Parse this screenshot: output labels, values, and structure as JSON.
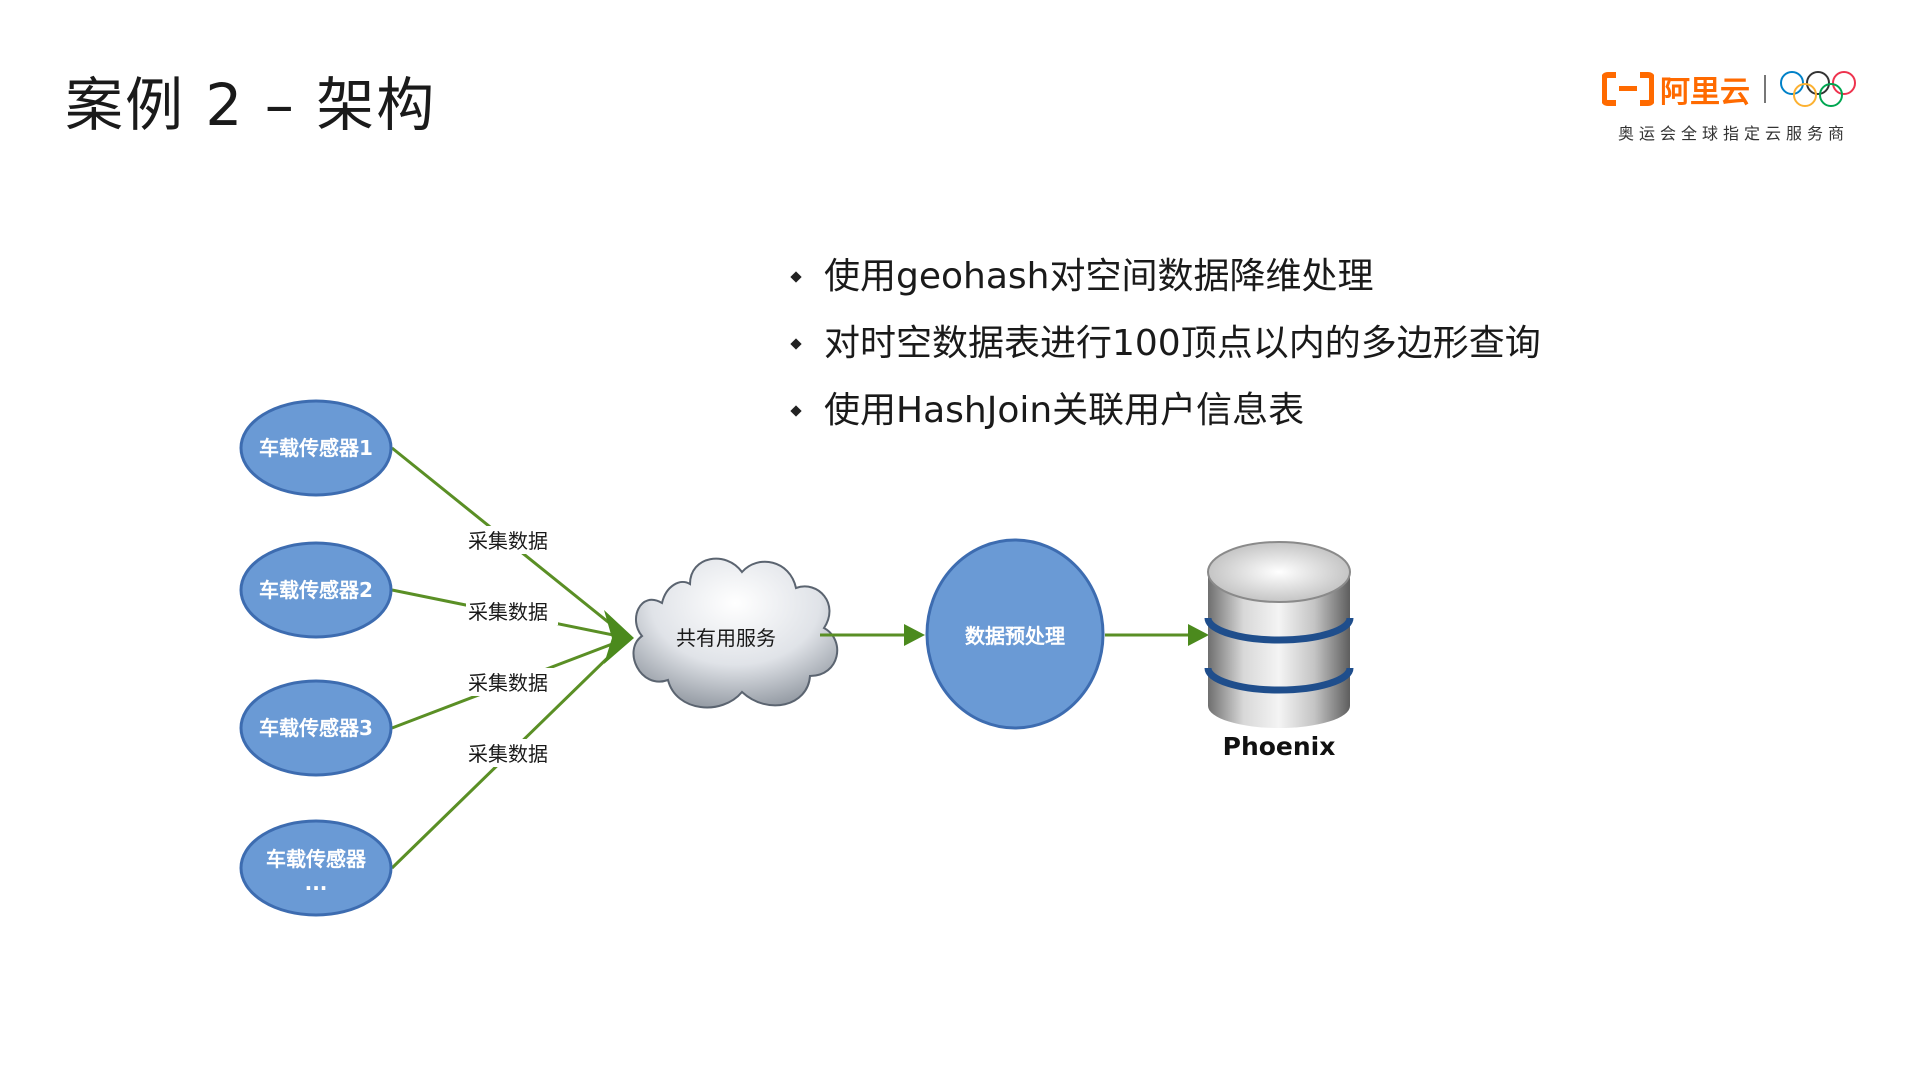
{
  "title": "案例 2 – 架构",
  "brand": {
    "name": "阿里云",
    "tagline": "奥运会全球指定云服务商",
    "color": "#ff6a00"
  },
  "bullets": [
    "使用geohash对空间数据降维处理",
    "对时空数据表进行100顶点以内的多边形查询",
    "使用HashJoin关联用户信息表"
  ],
  "diagram": {
    "sensors": [
      "车载传感器1",
      "车载传感器2",
      "车载传感器3"
    ],
    "sensor_last": {
      "line1": "车载传感器",
      "line2": "..."
    },
    "edge_labels": [
      "采集数据",
      "采集数据",
      "采集数据",
      "采集数据"
    ],
    "cloud": "共有用服务",
    "process": "数据预处理",
    "database": "Phoenix",
    "colors": {
      "node_fill": "#6a9ad5",
      "node_stroke": "#3d6cb0",
      "edge": "#5a8f25",
      "edge_dark": "#3f7a15"
    }
  }
}
